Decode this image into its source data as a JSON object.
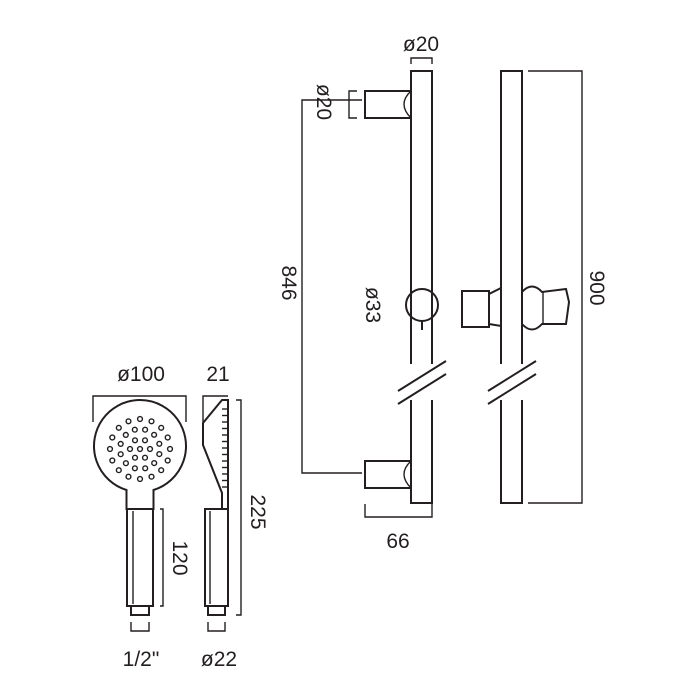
{
  "dimensions": {
    "head_diameter": "ø100",
    "head_depth": "21",
    "handset_length": "225",
    "handle_length": "120",
    "thread_size": "1/2\"",
    "handle_diameter": "ø22",
    "rail_diameter": "ø20",
    "bracket_diameter": "ø20",
    "fixing_centres": "846",
    "slider_diameter": "ø33",
    "projection": "66",
    "rail_length": "900"
  },
  "colors": {
    "line": "#231f20",
    "background": "#ffffff"
  }
}
